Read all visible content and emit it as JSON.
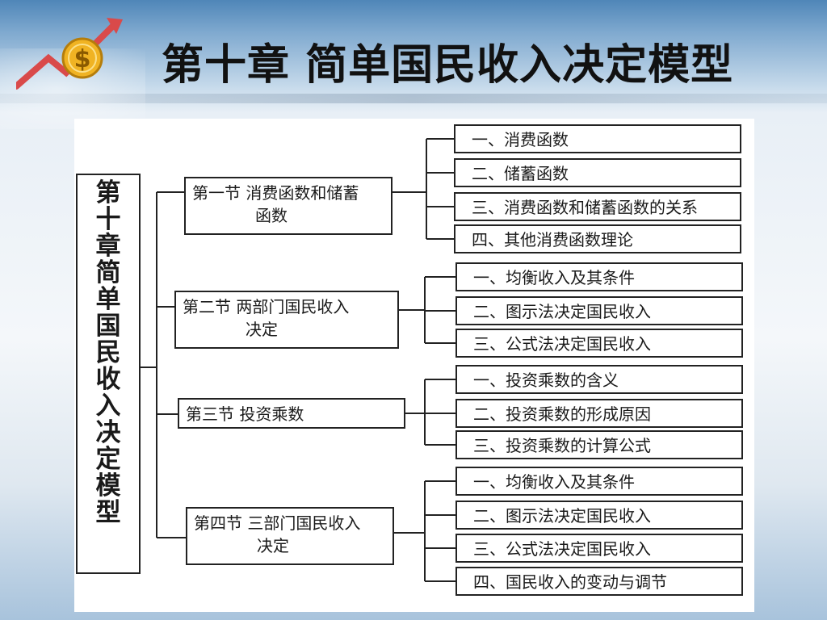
{
  "title": "第十章 简单国民收入决定模型",
  "diagram": {
    "root": "第十章 简单国民收入决定模型",
    "sections": [
      {
        "label_line1": "第一节  消费函数和储蓄",
        "label_line2": "函数",
        "items": [
          "一、消费函数",
          "二、储蓄函数",
          "三、消费函数和储蓄函数的关系",
          "四、其他消费函数理论"
        ]
      },
      {
        "label_line1": "第二节  两部门国民收入",
        "label_line2": "决定",
        "items": [
          "一、均衡收入及其条件",
          "二、图示法决定国民收入",
          "三、公式法决定国民收入"
        ]
      },
      {
        "label_line1": "第三节    投资乘数",
        "label_line2": "",
        "items": [
          "一、投资乘数的含义",
          "二、投资乘数的形成原因",
          "三、投资乘数的计算公式"
        ]
      },
      {
        "label_line1": "第四节  三部门国民收入",
        "label_line2": "决定",
        "items": [
          "一、均衡收入及其条件",
          "二、图示法决定国民收入",
          "三、公式法决定国民收入",
          "四、国民收入的变动与调节"
        ]
      }
    ]
  }
}
